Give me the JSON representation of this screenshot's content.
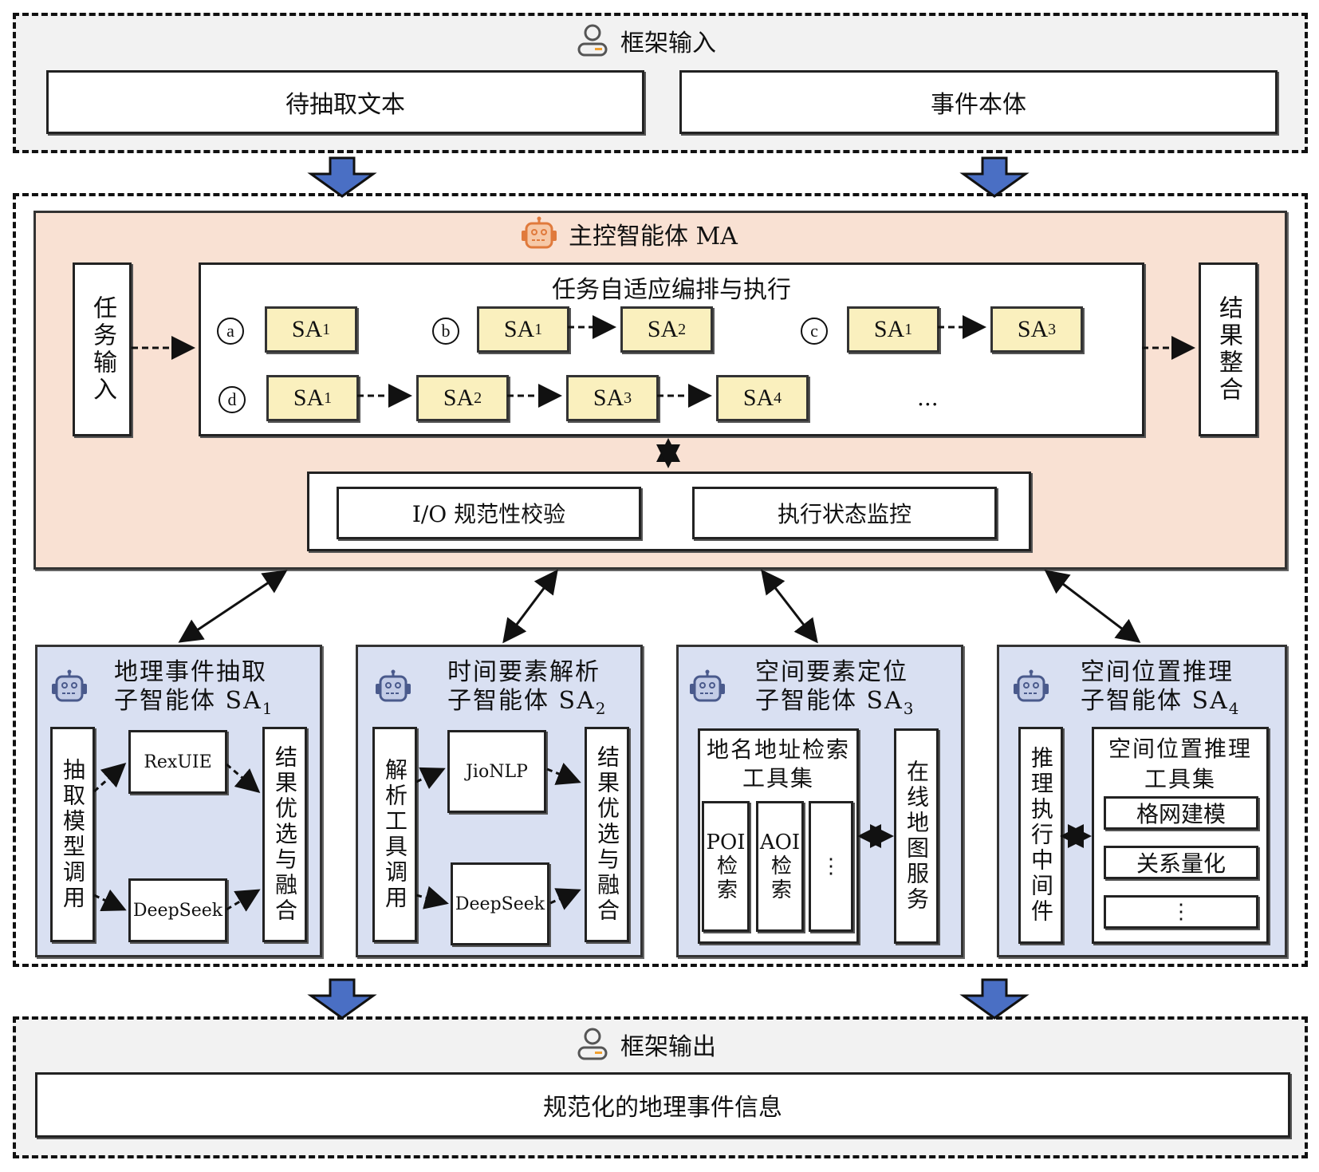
{
  "input_section": {
    "title": "框架输入",
    "icon": "user-icon",
    "items": [
      "待抽取文本",
      "事件本体"
    ]
  },
  "master_agent": {
    "title": "主控智能体 MA",
    "icon": "robot-icon",
    "accent_color": "#f9e1d3",
    "icon_color": "#e07a3c",
    "task_input_label": "任务输入",
    "result_integration_label": "结果整合",
    "orchestration": {
      "title": "任务自适应编排与执行",
      "flows": [
        {
          "label": "a",
          "steps": [
            {
              "name": "SA",
              "sub": "1"
            }
          ]
        },
        {
          "label": "b",
          "steps": [
            {
              "name": "SA",
              "sub": "1"
            },
            {
              "name": "SA",
              "sub": "2"
            }
          ]
        },
        {
          "label": "c",
          "steps": [
            {
              "name": "SA",
              "sub": "1"
            },
            {
              "name": "SA",
              "sub": "3"
            }
          ]
        },
        {
          "label": "d",
          "steps": [
            {
              "name": "SA",
              "sub": "1"
            },
            {
              "name": "SA",
              "sub": "2"
            },
            {
              "name": "SA",
              "sub": "3"
            },
            {
              "name": "SA",
              "sub": "4"
            }
          ]
        }
      ],
      "ellipsis": "..."
    },
    "monitor": {
      "io_check": "I/O 规范性校验",
      "exec_monitor": "执行状态监控"
    }
  },
  "sub_agents": [
    {
      "title_line1": "地理事件抽取",
      "title_line2": "子智能体 SA",
      "sub": "1",
      "left_label": "抽取模型调用",
      "tools": [
        "RexUIE",
        "DeepSeek"
      ],
      "right_label": "结果优选与融合"
    },
    {
      "title_line1": "时间要素解析",
      "title_line2": "子智能体 SA",
      "sub": "2",
      "left_label": "解析工具调用",
      "tools": [
        "JioNLP",
        "DeepSeek"
      ],
      "right_label": "结果优选与融合"
    },
    {
      "title_line1": "空间要素定位",
      "title_line2": "子智能体 SA",
      "sub": "3",
      "toolset_title": "地名地址检索工具集",
      "toolset_items": [
        {
          "top": "POI",
          "bottom": "检索"
        },
        {
          "top": "AOI",
          "bottom": "检索"
        },
        {
          "top": "",
          "bottom": "⋮"
        }
      ],
      "right_label": "在线地图服务"
    },
    {
      "title_line1": "空间位置推理",
      "title_line2": "子智能体 SA",
      "sub": "4",
      "left_label": "推理执行中间件",
      "toolset_title": "空间位置推理工具集",
      "toolset_items": [
        "格网建模",
        "关系量化",
        "⋮"
      ]
    }
  ],
  "output_section": {
    "title": "框架输出",
    "icon": "user-icon",
    "item": "规范化的地理事件信息"
  },
  "colors": {
    "sub_agent_panel": "#d9e0f2",
    "sub_agent_icon": "#4a5a8c",
    "sa_chip": "#faf0be",
    "flow_arrow": "#4a6fc4",
    "frame_bg": "#f2f2f2"
  }
}
